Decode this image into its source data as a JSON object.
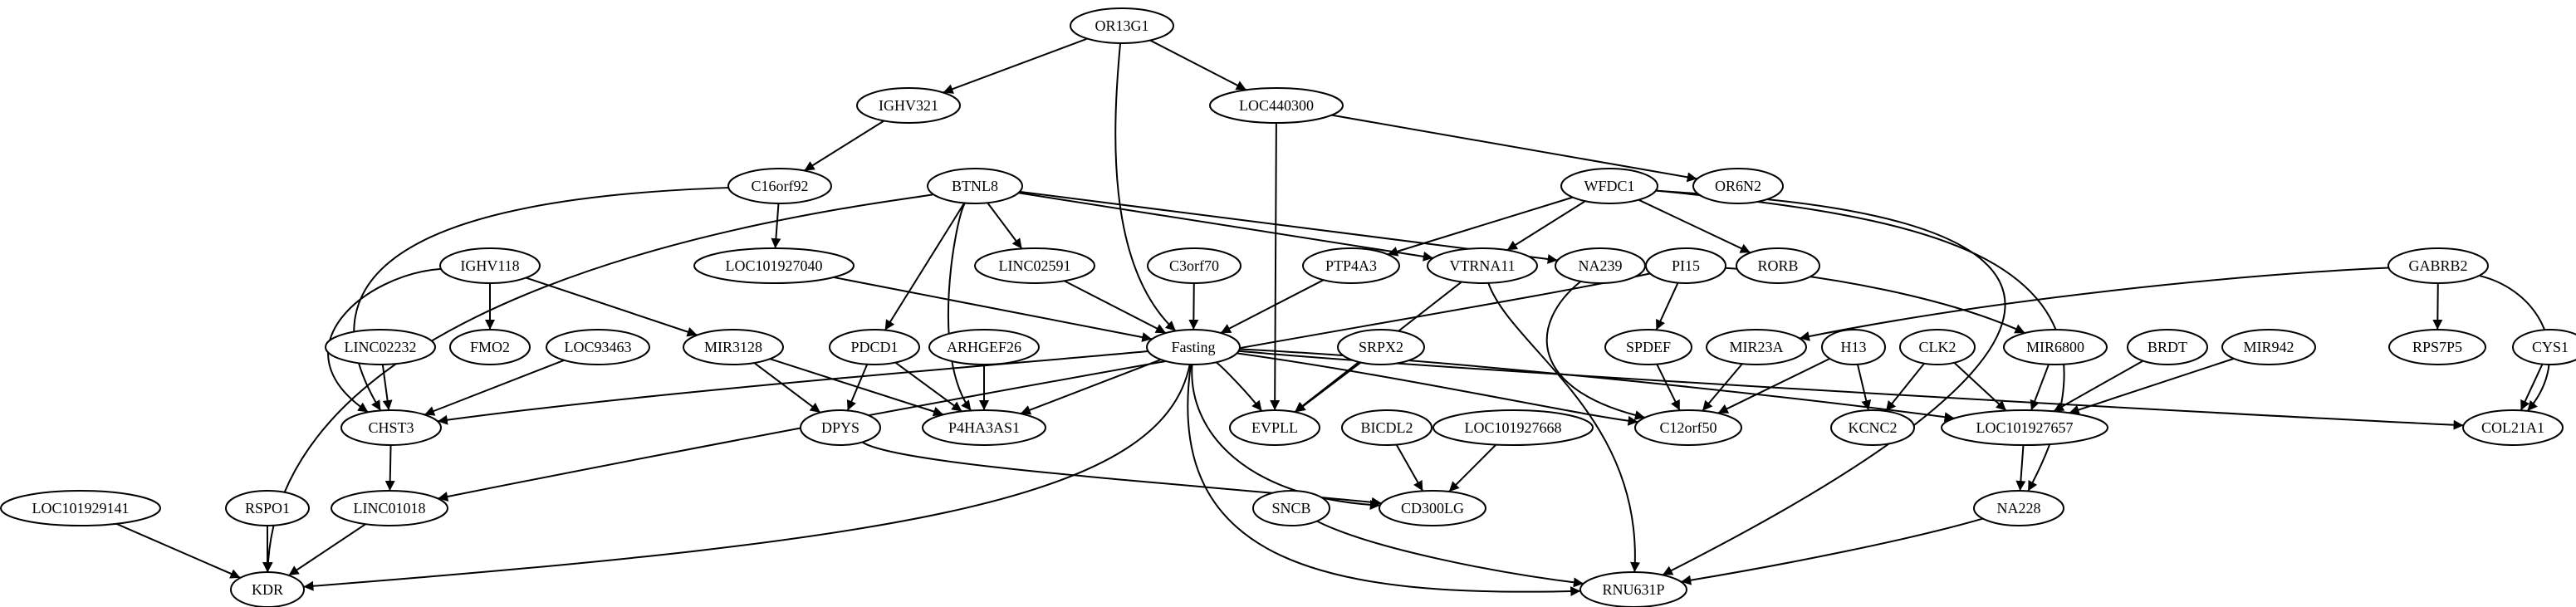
{
  "graph": {
    "nodes": [
      {
        "id": "OR13G1",
        "label": "OR13G1"
      },
      {
        "id": "IGHV321",
        "label": "IGHV321"
      },
      {
        "id": "LOC440300",
        "label": "LOC440300"
      },
      {
        "id": "C16orf92",
        "label": "C16orf92"
      },
      {
        "id": "BTNL8",
        "label": "BTNL8"
      },
      {
        "id": "WFDC1",
        "label": "WFDC1"
      },
      {
        "id": "OR6N2",
        "label": "OR6N2"
      },
      {
        "id": "IGHV118",
        "label": "IGHV118"
      },
      {
        "id": "LOC101927040",
        "label": "LOC101927040"
      },
      {
        "id": "LINC02591",
        "label": "LINC02591"
      },
      {
        "id": "C3orf70",
        "label": "C3orf70"
      },
      {
        "id": "PTP4A3",
        "label": "PTP4A3"
      },
      {
        "id": "VTRNA11",
        "label": "VTRNA11"
      },
      {
        "id": "NA239",
        "label": "NA239"
      },
      {
        "id": "RORB",
        "label": "RORB"
      },
      {
        "id": "PI15",
        "label": "PI15"
      },
      {
        "id": "GABRB2",
        "label": "GABRB2"
      },
      {
        "id": "LINC02232",
        "label": "LINC02232"
      },
      {
        "id": "FMO2",
        "label": "FMO2"
      },
      {
        "id": "LOC93463",
        "label": "LOC93463"
      },
      {
        "id": "MIR3128",
        "label": "MIR3128"
      },
      {
        "id": "PDCD1",
        "label": "PDCD1"
      },
      {
        "id": "ARHGEF26",
        "label": "ARHGEF26"
      },
      {
        "id": "Fasting",
        "label": "Fasting"
      },
      {
        "id": "SRPX2",
        "label": "SRPX2"
      },
      {
        "id": "SPDEF",
        "label": "SPDEF"
      },
      {
        "id": "MIR23A",
        "label": "MIR23A"
      },
      {
        "id": "H13",
        "label": "H13"
      },
      {
        "id": "CLK2",
        "label": "CLK2"
      },
      {
        "id": "MIR6800",
        "label": "MIR6800"
      },
      {
        "id": "BRDT",
        "label": "BRDT"
      },
      {
        "id": "MIR942",
        "label": "MIR942"
      },
      {
        "id": "RPS7P5",
        "label": "RPS7P5"
      },
      {
        "id": "CYS1",
        "label": "CYS1"
      },
      {
        "id": "CHST3",
        "label": "CHST3"
      },
      {
        "id": "DPYS",
        "label": "DPYS"
      },
      {
        "id": "P4HA3AS1",
        "label": "P4HA3AS1"
      },
      {
        "id": "EVPLL",
        "label": "EVPLL"
      },
      {
        "id": "BICDL2",
        "label": "BICDL2"
      },
      {
        "id": "LOC101927668",
        "label": "LOC101927668"
      },
      {
        "id": "C12orf50",
        "label": "C12orf50"
      },
      {
        "id": "KCNC2",
        "label": "KCNC2"
      },
      {
        "id": "LOC101927657",
        "label": "LOC101927657"
      },
      {
        "id": "COL21A1",
        "label": "COL21A1"
      },
      {
        "id": "LOC101929141",
        "label": "LOC101929141"
      },
      {
        "id": "RSPO1",
        "label": "RSPO1"
      },
      {
        "id": "LINC01018",
        "label": "LINC01018"
      },
      {
        "id": "CD300LG",
        "label": "CD300LG"
      },
      {
        "id": "SNCB",
        "label": "SNCB"
      },
      {
        "id": "NA228",
        "label": "NA228"
      },
      {
        "id": "KDR",
        "label": "KDR"
      },
      {
        "id": "RNU631P",
        "label": "RNU631P"
      }
    ],
    "edges": [
      {
        "from": "OR13G1",
        "to": "IGHV321"
      },
      {
        "from": "OR13G1",
        "to": "LOC440300"
      },
      {
        "from": "OR13G1",
        "to": "Fasting"
      },
      {
        "from": "IGHV321",
        "to": "C16orf92"
      },
      {
        "from": "LOC440300",
        "to": "OR6N2"
      },
      {
        "from": "LOC440300",
        "to": "EVPLL"
      },
      {
        "from": "C16orf92",
        "to": "LOC101927040"
      },
      {
        "from": "C16orf92",
        "to": "CHST3"
      },
      {
        "from": "BTNL8",
        "to": "LINC02591"
      },
      {
        "from": "BTNL8",
        "to": "VTRNA11"
      },
      {
        "from": "BTNL8",
        "to": "NA239"
      },
      {
        "from": "BTNL8",
        "to": "PDCD1"
      },
      {
        "from": "BTNL8",
        "to": "P4HA3AS1"
      },
      {
        "from": "BTNL8",
        "to": "KDR"
      },
      {
        "from": "WFDC1",
        "to": "PTP4A3"
      },
      {
        "from": "WFDC1",
        "to": "VTRNA11"
      },
      {
        "from": "WFDC1",
        "to": "RORB"
      },
      {
        "from": "WFDC1",
        "to": "NA228"
      },
      {
        "from": "WFDC1",
        "to": "RNU631P"
      },
      {
        "from": "IGHV118",
        "to": "FMO2"
      },
      {
        "from": "IGHV118",
        "to": "MIR3128"
      },
      {
        "from": "IGHV118",
        "to": "CHST3"
      },
      {
        "from": "LOC101927040",
        "to": "Fasting"
      },
      {
        "from": "LINC02591",
        "to": "Fasting"
      },
      {
        "from": "C3orf70",
        "to": "Fasting"
      },
      {
        "from": "PTP4A3",
        "to": "Fasting"
      },
      {
        "from": "VTRNA11",
        "to": "EVPLL"
      },
      {
        "from": "VTRNA11",
        "to": "RNU631P"
      },
      {
        "from": "NA239",
        "to": "C12orf50"
      },
      {
        "from": "PI15",
        "to": "SPDEF"
      },
      {
        "from": "PI15",
        "to": "MIR6800"
      },
      {
        "from": "PI15",
        "to": "LINC01018"
      },
      {
        "from": "GABRB2",
        "to": "RPS7P5"
      },
      {
        "from": "GABRB2",
        "to": "MIR23A"
      },
      {
        "from": "GABRB2",
        "to": "COL21A1"
      },
      {
        "from": "LINC02232",
        "to": "CHST3"
      },
      {
        "from": "LOC93463",
        "to": "CHST3"
      },
      {
        "from": "MIR3128",
        "to": "DPYS"
      },
      {
        "from": "MIR3128",
        "to": "P4HA3AS1"
      },
      {
        "from": "PDCD1",
        "to": "DPYS"
      },
      {
        "from": "PDCD1",
        "to": "P4HA3AS1"
      },
      {
        "from": "ARHGEF26",
        "to": "P4HA3AS1"
      },
      {
        "from": "Fasting",
        "to": "CHST3"
      },
      {
        "from": "Fasting",
        "to": "P4HA3AS1"
      },
      {
        "from": "Fasting",
        "to": "EVPLL"
      },
      {
        "from": "Fasting",
        "to": "C12orf50"
      },
      {
        "from": "Fasting",
        "to": "LOC101927657"
      },
      {
        "from": "Fasting",
        "to": "COL21A1"
      },
      {
        "from": "Fasting",
        "to": "CD300LG"
      },
      {
        "from": "Fasting",
        "to": "KDR"
      },
      {
        "from": "Fasting",
        "to": "RNU631P"
      },
      {
        "from": "SRPX2",
        "to": "EVPLL"
      },
      {
        "from": "SPDEF",
        "to": "C12orf50"
      },
      {
        "from": "MIR23A",
        "to": "C12orf50"
      },
      {
        "from": "H13",
        "to": "C12orf50"
      },
      {
        "from": "H13",
        "to": "KCNC2"
      },
      {
        "from": "CLK2",
        "to": "KCNC2"
      },
      {
        "from": "CLK2",
        "to": "LOC101927657"
      },
      {
        "from": "MIR6800",
        "to": "LOC101927657"
      },
      {
        "from": "BRDT",
        "to": "LOC101927657"
      },
      {
        "from": "MIR942",
        "to": "LOC101927657"
      },
      {
        "from": "CYS1",
        "to": "COL21A1"
      },
      {
        "from": "CHST3",
        "to": "LINC01018"
      },
      {
        "from": "DPYS",
        "to": "CD300LG"
      },
      {
        "from": "BICDL2",
        "to": "CD300LG"
      },
      {
        "from": "LOC101927668",
        "to": "CD300LG"
      },
      {
        "from": "LOC101927657",
        "to": "NA228"
      },
      {
        "from": "LOC101929141",
        "to": "KDR"
      },
      {
        "from": "RSPO1",
        "to": "KDR"
      },
      {
        "from": "LINC01018",
        "to": "KDR"
      },
      {
        "from": "SNCB",
        "to": "RNU631P"
      },
      {
        "from": "NA228",
        "to": "RNU631P"
      }
    ]
  }
}
